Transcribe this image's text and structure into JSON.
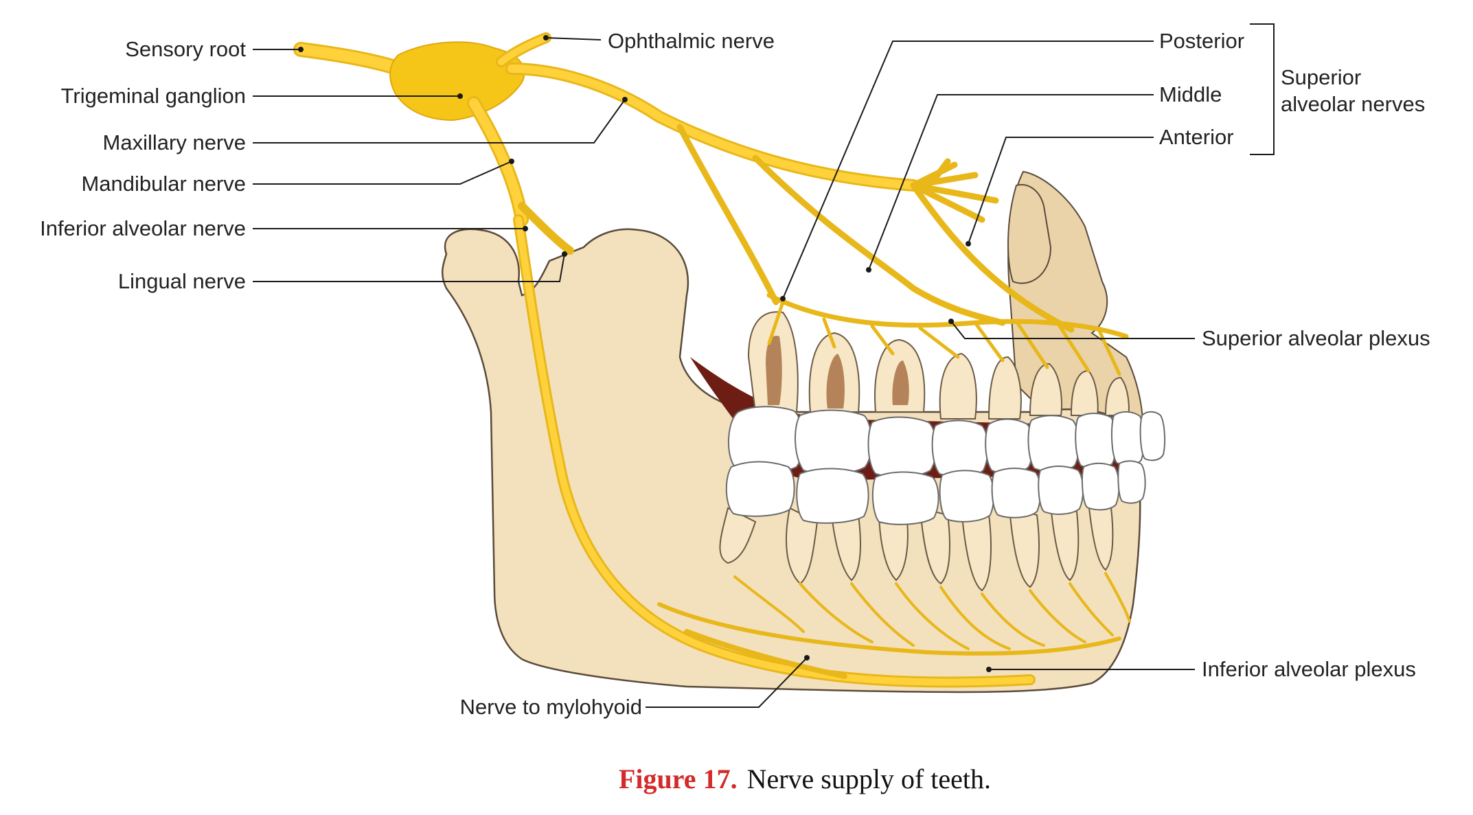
{
  "labels": {
    "sensory_root": "Sensory root",
    "trigeminal_ganglion": "Trigeminal ganglion",
    "maxillary_nerve": "Maxillary nerve",
    "mandibular_nerve": "Mandibular nerve",
    "inferior_alveolar_nerve": "Inferior alveolar nerve",
    "lingual_nerve": "Lingual nerve",
    "ophthalmic_nerve": "Ophthalmic nerve",
    "posterior": "Posterior",
    "middle": "Middle",
    "anterior": "Anterior",
    "superior_alveolar_nerves_line1": "Superior",
    "superior_alveolar_nerves_line2": "alveolar nerves",
    "superior_alveolar_plexus": "Superior alveolar plexus",
    "inferior_alveolar_plexus": "Inferior alveolar plexus",
    "nerve_to_mylohyoid": "Nerve to mylohyoid"
  },
  "caption": {
    "figure": "Figure 17.",
    "text": "Nerve supply of teeth."
  },
  "colors": {
    "nerve": "#f5c518",
    "bone": "#f3e0bd",
    "caption_figure": "#d42a2a"
  }
}
